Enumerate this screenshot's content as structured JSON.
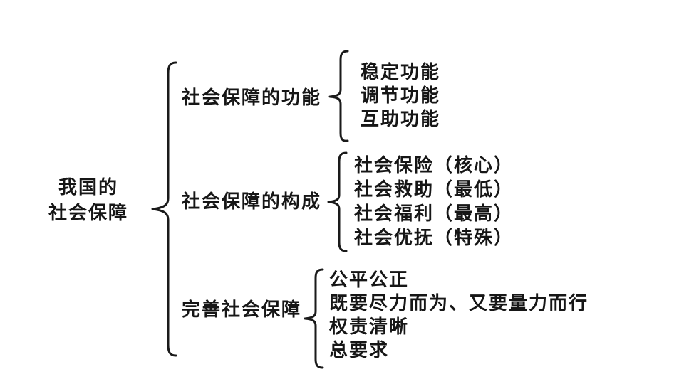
{
  "diagram": {
    "root": {
      "line1": "我国的",
      "line2": "社会保障"
    },
    "branches": [
      {
        "label": "社会保障的功能",
        "items": [
          "稳定功能",
          "调节功能",
          "互助功能"
        ]
      },
      {
        "label": "社会保障的构成",
        "items": [
          "社会保险（核心）",
          "社会救助（最低）",
          "社会福利（最高）",
          "社会优抚（特殊）"
        ]
      },
      {
        "label": "完善社会保障",
        "items": [
          "公平公正",
          "既要尽力而为、又要量力而行",
          "权责清晰",
          "总要求"
        ]
      }
    ],
    "colors": {
      "background": "#ffffff",
      "text": "#161616",
      "line": "#1a1a1a"
    }
  }
}
